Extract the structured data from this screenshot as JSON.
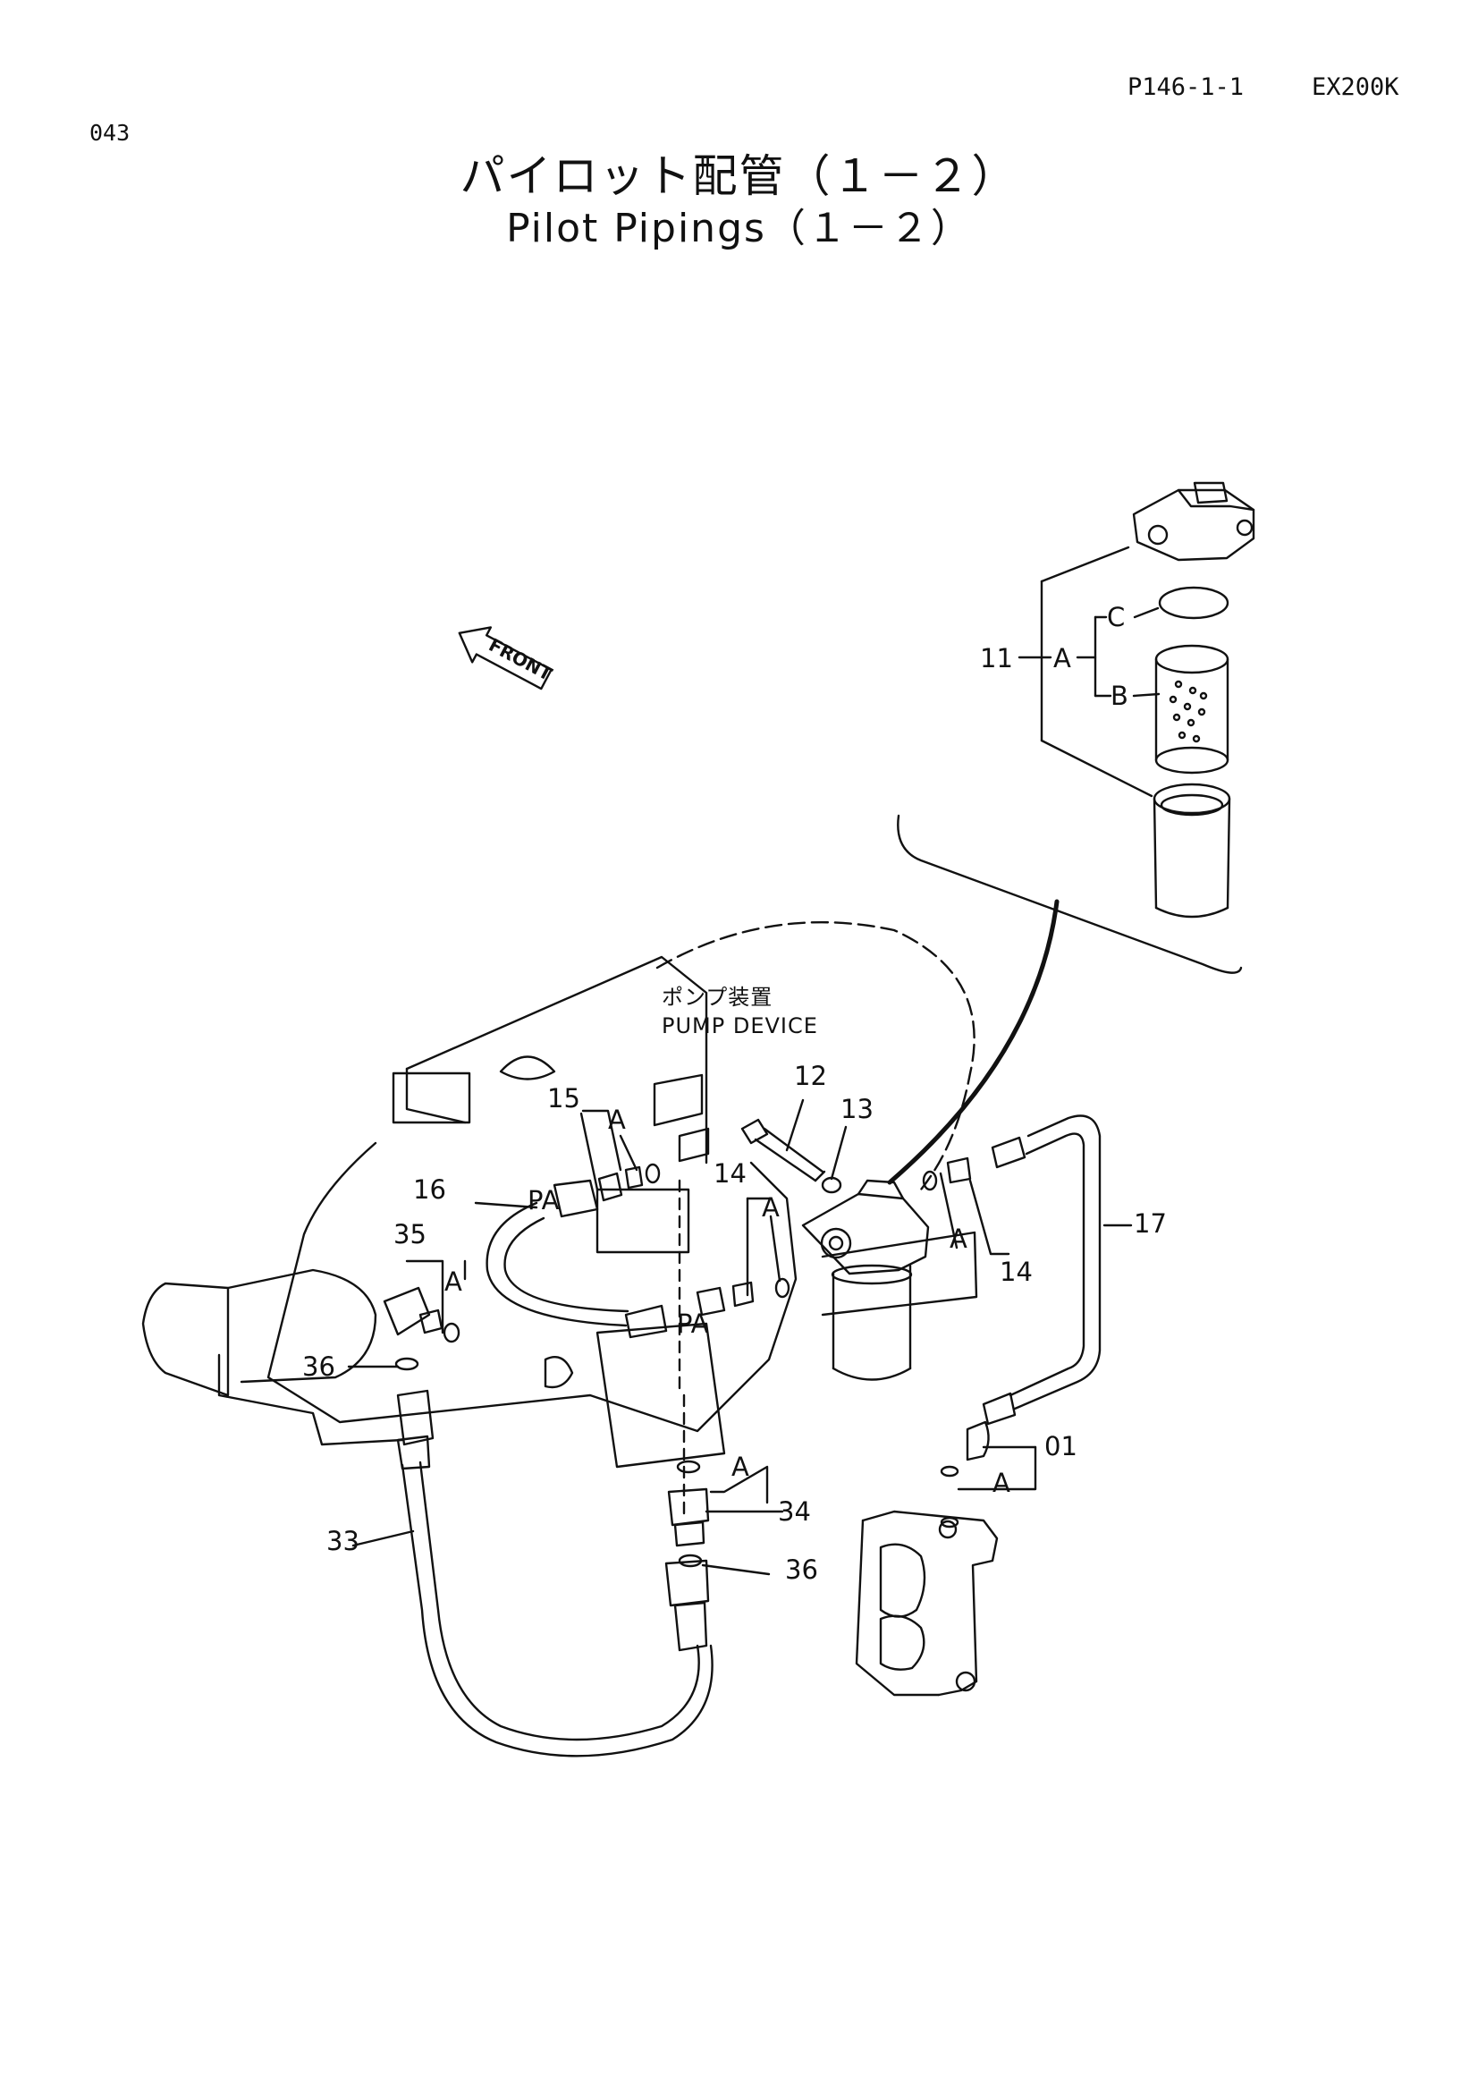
{
  "header": {
    "page_number": "043",
    "reference": "P146-1-1",
    "model": "EX200K"
  },
  "title": {
    "japanese": "パイロット配管（１－２）",
    "english": "Pilot Pipings（１－２）"
  },
  "diagram": {
    "front_arrow_label": "FRONT",
    "device_label_jp": "ポンプ装置",
    "device_label_en": "PUMP DEVICE",
    "port_label": "PA",
    "callouts": {
      "c11": "11",
      "c12": "12",
      "c13": "13",
      "c14a": "14",
      "c14b": "14",
      "c15": "15",
      "c16": "16",
      "c17": "17",
      "c33": "33",
      "c34": "34",
      "c35": "35",
      "c36a": "36",
      "c36b": "36",
      "c01": "01"
    },
    "subparts": {
      "a": "A",
      "b": "B",
      "c": "C"
    }
  }
}
